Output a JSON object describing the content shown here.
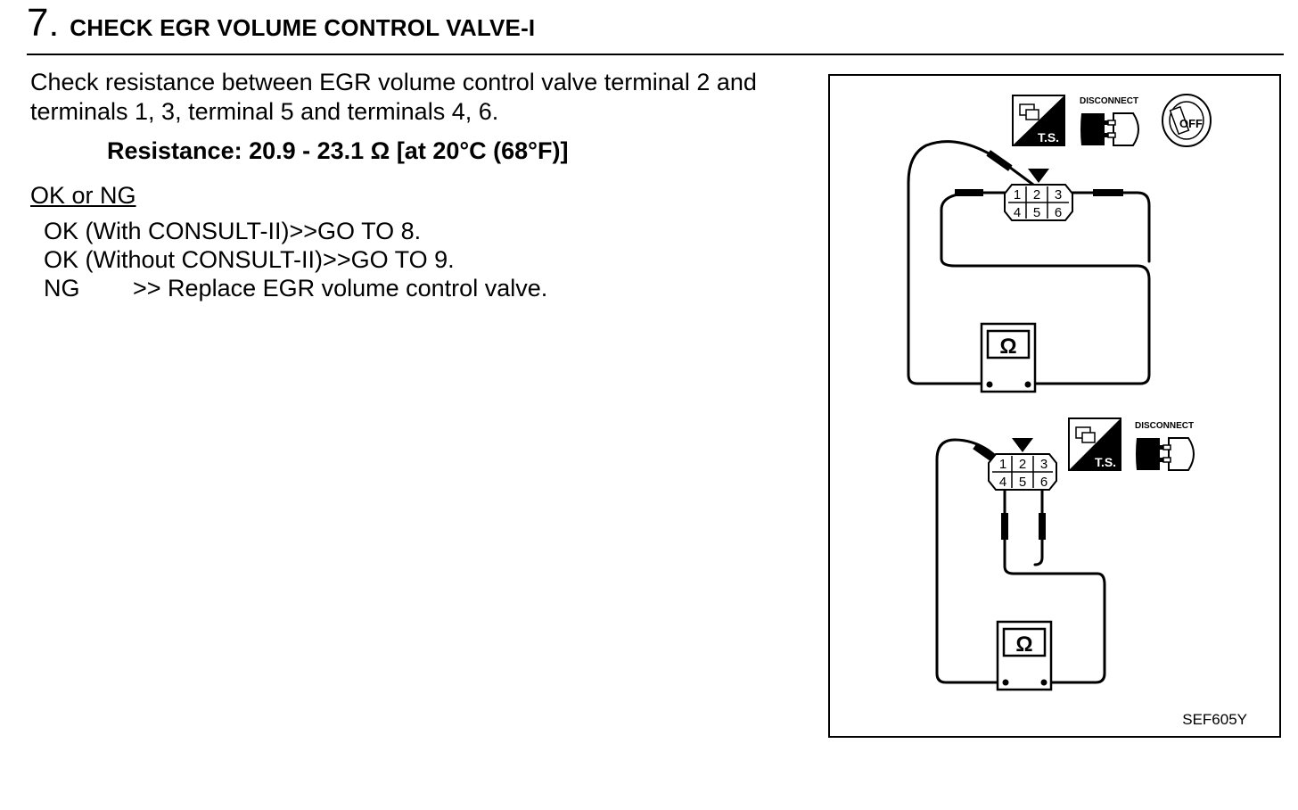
{
  "step": {
    "number": "7",
    "dot": ".",
    "title": "CHECK EGR VOLUME CONTROL VALVE-I"
  },
  "instruction": {
    "line1": "Check resistance between EGR volume control valve terminal 2 and",
    "line2": "terminals 1, 3, terminal 5 and terminals 4, 6."
  },
  "spec": "Resistance: 20.9 - 23.1 Ω [at 20°C (68°F)]",
  "ok_ng_label": "OK or NG",
  "results": [
    {
      "tag": "OK (With CONSULT-II)",
      "text": ">>GO TO 8."
    },
    {
      "tag": "OK (Without CONSULT-II)",
      "text": ">>GO TO 9."
    },
    {
      "tag": "NG",
      "text": ">> Replace EGR volume control valve."
    }
  ],
  "figure": {
    "code": "SEF605Y",
    "disconnect_label": "DISCONNECT",
    "ts_label": "T.S.",
    "off_label": "OFF",
    "ohm_symbol": "Ω",
    "terminals_top": [
      "1",
      "2",
      "3"
    ],
    "terminals_bottom": [
      "4",
      "5",
      "6"
    ]
  }
}
